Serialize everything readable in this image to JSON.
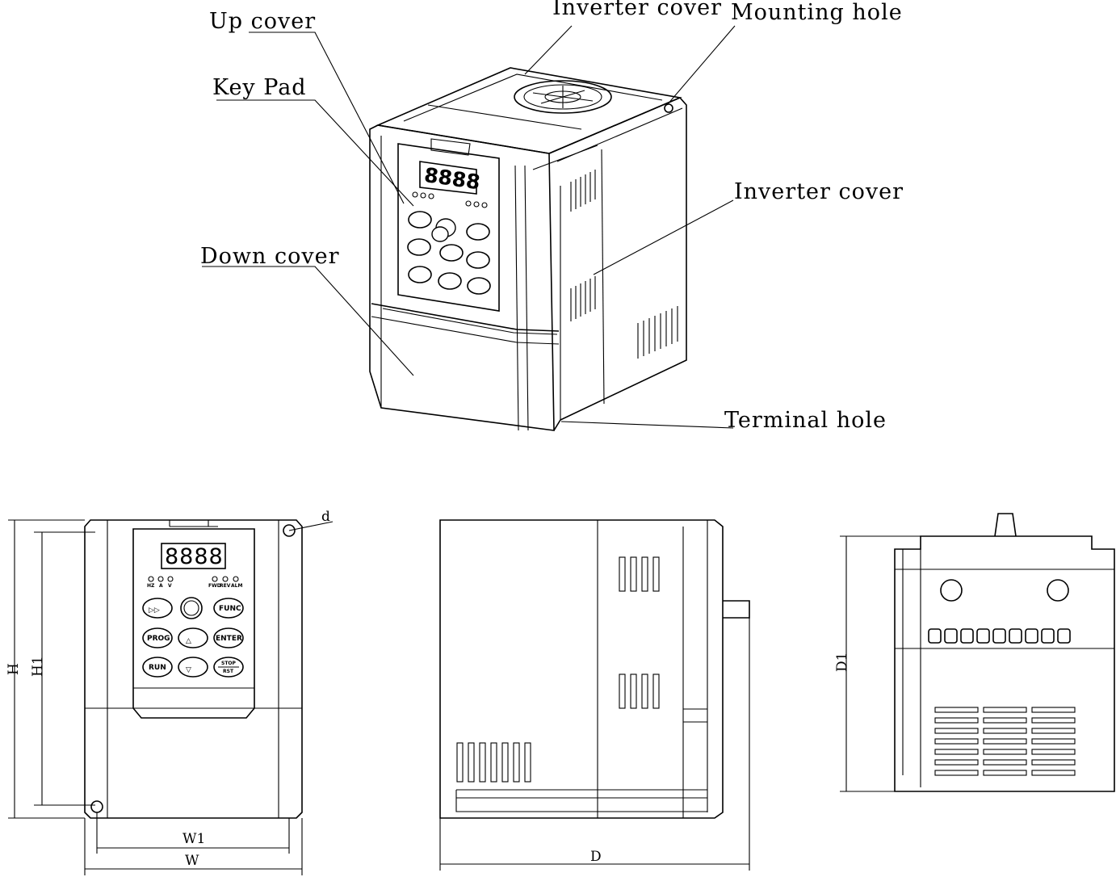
{
  "labels": {
    "up_cover": "Up cover",
    "key_pad": "Key Pad",
    "down_cover": "Down cover",
    "inverter_cover_top": "Inverter cover",
    "mounting_hole": "Mounting hole",
    "inverter_cover_side": "Inverter  cover",
    "terminal_hole": "Terminal  hole"
  },
  "display": {
    "digits": "8888"
  },
  "keypad": {
    "fwd": "▷▷",
    "func": "FUNC",
    "prog": "PROG",
    "enter": "ENTER",
    "run": "RUN",
    "stop": "STOP",
    "rst": "RST",
    "up": "△",
    "down": "▽"
  },
  "leds": {
    "hz": "HZ",
    "a": "A",
    "v": "V",
    "fwd": "FWD",
    "rev": "REV",
    "alm": "ALM"
  },
  "dimensions": {
    "h": "H",
    "h1": "H1",
    "w": "W",
    "w1": "W1",
    "d": "D",
    "d1": "D1",
    "hole": "d"
  }
}
